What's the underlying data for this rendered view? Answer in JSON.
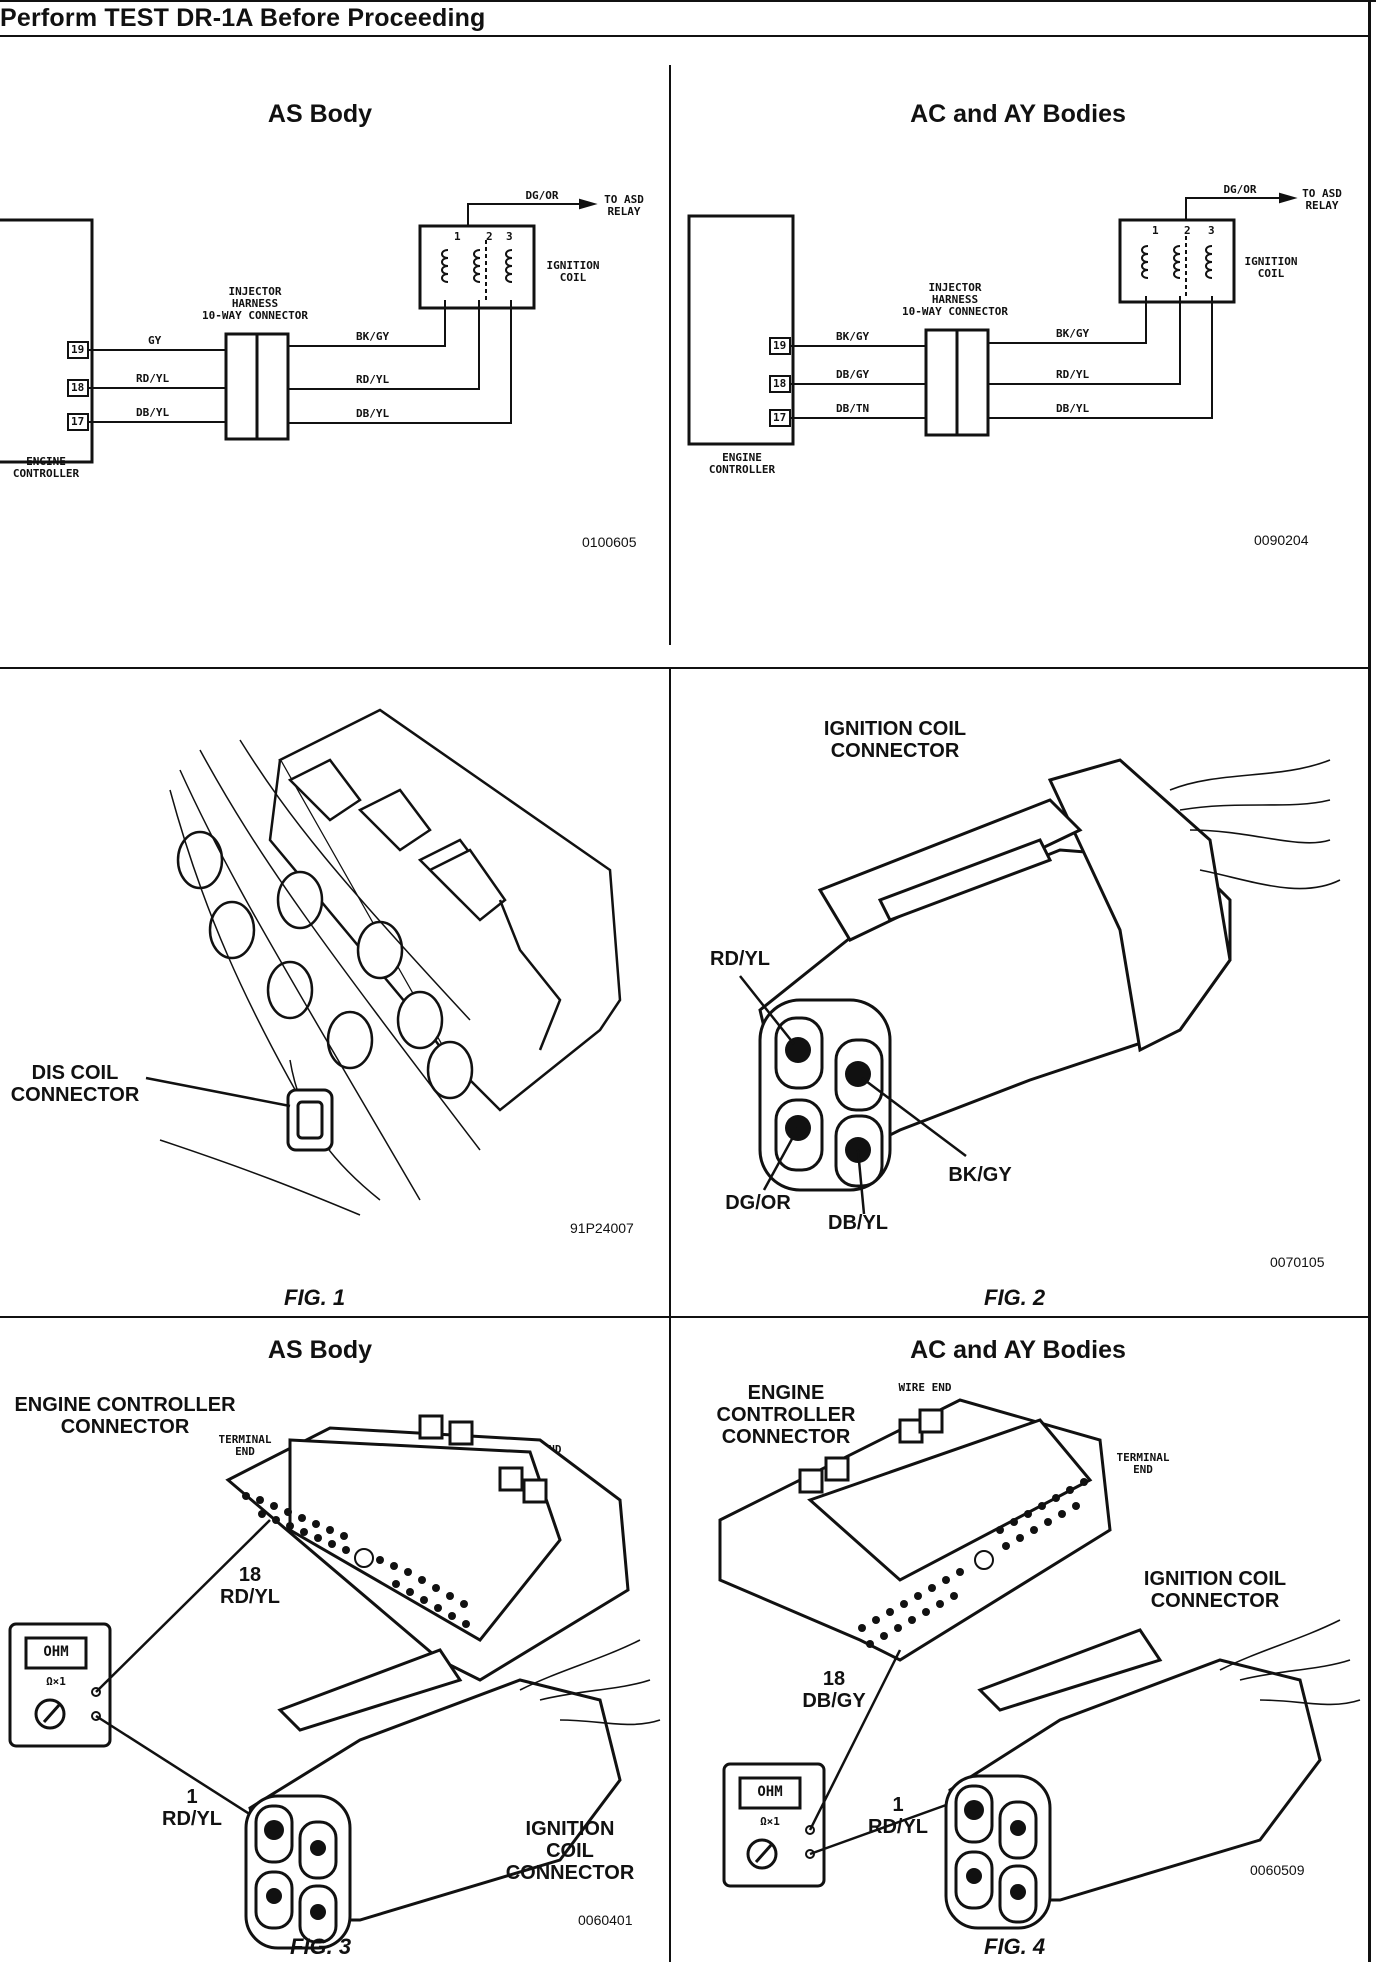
{
  "header": {
    "title": "Perform TEST DR-1A Before Proceeding"
  },
  "panels": {
    "top_left": {
      "title": "AS Body",
      "code": "0100605",
      "labels": {
        "injector": "INJECTOR\nHARNESS\n10-WAY CONNECTOR",
        "engine": "ENGINE\nCONTROLLER",
        "coil": "IGNITION\nCOIL",
        "asd": "TO ASD\nRELAY",
        "dgor": "DG/OR",
        "pins": [
          "19",
          "18",
          "17"
        ],
        "left_wires": [
          "GY",
          "RD/YL",
          "DB/YL"
        ],
        "right_wires": [
          "BK/GY",
          "RD/YL",
          "DB/YL"
        ],
        "coil_pins": [
          "1",
          "2",
          "3"
        ]
      }
    },
    "top_right": {
      "title": "AC and AY Bodies",
      "code": "0090204",
      "labels": {
        "injector": "INJECTOR\nHARNESS\n10-WAY CONNECTOR",
        "engine": "ENGINE\nCONTROLLER",
        "coil": "IGNITION\nCOIL",
        "asd": "TO ASD\nRELAY",
        "dgor": "DG/OR",
        "pins": [
          "19",
          "18",
          "17"
        ],
        "left_wires": [
          "BK/GY",
          "DB/GY",
          "DB/TN"
        ],
        "right_wires": [
          "BK/GY",
          "RD/YL",
          "DB/YL"
        ],
        "coil_pins": [
          "1",
          "2",
          "3"
        ]
      }
    },
    "mid_left": {
      "callout": "DIS COIL\nCONNECTOR",
      "code": "91P24007",
      "fig": "FIG. 1"
    },
    "mid_right": {
      "title": "IGNITION COIL\nCONNECTOR",
      "wires": {
        "rdyl": "RD/YL",
        "bkgy": "BK/GY",
        "dgor": "DG/OR",
        "dbyl": "DB/YL"
      },
      "code": "0070105",
      "fig": "FIG. 2"
    },
    "bot_left": {
      "title": "AS Body",
      "ecc": "ENGINE CONTROLLER\nCONNECTOR",
      "terminal_end": "TERMINAL\nEND",
      "wire_end": "WIRE END",
      "pin18": "18\nRD/YL",
      "pin1": "1\nRD/YL",
      "coil": "IGNITION\nCOIL\nCONNECTOR",
      "meter": "OHM",
      "meter_sub": "Ω×1",
      "code": "0060401",
      "fig": "FIG. 3"
    },
    "bot_right": {
      "title": "AC and AY Bodies",
      "ecc": "ENGINE\nCONTROLLER\nCONNECTOR",
      "terminal_end": "TERMINAL\nEND",
      "wire_end": "WIRE END",
      "pin18": "18\nDB/GY",
      "pin1": "1\nRD/YL",
      "coil": "IGNITION COIL\nCONNECTOR",
      "meter": "OHM",
      "meter_sub": "Ω×1",
      "code": "0060509",
      "fig": "FIG. 4"
    }
  }
}
